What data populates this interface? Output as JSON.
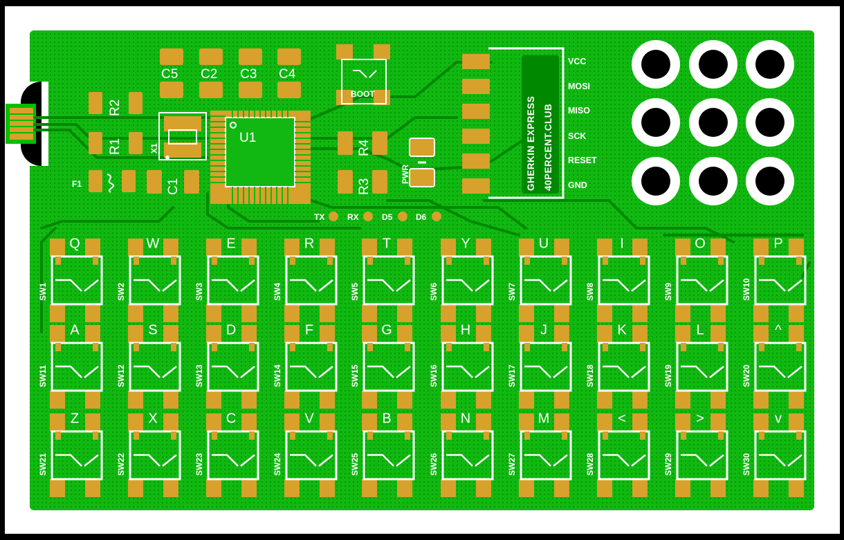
{
  "board": {
    "badge_line1": "GHERKIN EXPRESS",
    "badge_line2": "40PERCENT.CLUB",
    "colors": {
      "frame": "#ffffff",
      "outer": "#000000",
      "board": "#00c000",
      "copper": "#008800",
      "pad": "#d7a12c",
      "silk": "#ffffff",
      "hole": "#000000"
    },
    "capacitors": [
      "C5",
      "C2",
      "C3",
      "C4"
    ],
    "chip_label": "U1",
    "boot_label": "BOOT",
    "pwr_label": "PWR",
    "resistors": {
      "r1": "R1",
      "r2": "R2",
      "r3": "R3",
      "r4": "R4"
    },
    "crystal_label": "X1",
    "fuse_label": "F1",
    "cap_c1": "C1",
    "isp_pins": [
      "VCC",
      "MOSI",
      "MISO",
      "SCK",
      "RESET",
      "GND"
    ],
    "test_points": [
      "TX",
      "RX",
      "D5",
      "D6"
    ]
  },
  "keys": {
    "row1": [
      {
        "key": "Q",
        "sw": "SW1"
      },
      {
        "key": "W",
        "sw": "SW2"
      },
      {
        "key": "E",
        "sw": "SW3"
      },
      {
        "key": "R",
        "sw": "SW4"
      },
      {
        "key": "T",
        "sw": "SW5"
      },
      {
        "key": "Y",
        "sw": "SW6"
      },
      {
        "key": "U",
        "sw": "SW7"
      },
      {
        "key": "I",
        "sw": "SW8"
      },
      {
        "key": "O",
        "sw": "SW9"
      },
      {
        "key": "P",
        "sw": "SW10"
      }
    ],
    "row2": [
      {
        "key": "A",
        "sw": "SW11"
      },
      {
        "key": "S",
        "sw": "SW12"
      },
      {
        "key": "D",
        "sw": "SW13"
      },
      {
        "key": "F",
        "sw": "SW14"
      },
      {
        "key": "G",
        "sw": "SW15"
      },
      {
        "key": "H",
        "sw": "SW16"
      },
      {
        "key": "J",
        "sw": "SW17"
      },
      {
        "key": "K",
        "sw": "SW18"
      },
      {
        "key": "L",
        "sw": "SW19"
      },
      {
        "key": "^",
        "sw": "SW20"
      }
    ],
    "row3": [
      {
        "key": "Z",
        "sw": "SW21"
      },
      {
        "key": "X",
        "sw": "SW22"
      },
      {
        "key": "C",
        "sw": "SW23"
      },
      {
        "key": "V",
        "sw": "SW24"
      },
      {
        "key": "B",
        "sw": "SW25"
      },
      {
        "key": "N",
        "sw": "SW26"
      },
      {
        "key": "M",
        "sw": "SW27"
      },
      {
        "key": "<",
        "sw": "SW28"
      },
      {
        "key": ">",
        "sw": "SW29"
      },
      {
        "key": "v",
        "sw": "SW30"
      }
    ]
  }
}
